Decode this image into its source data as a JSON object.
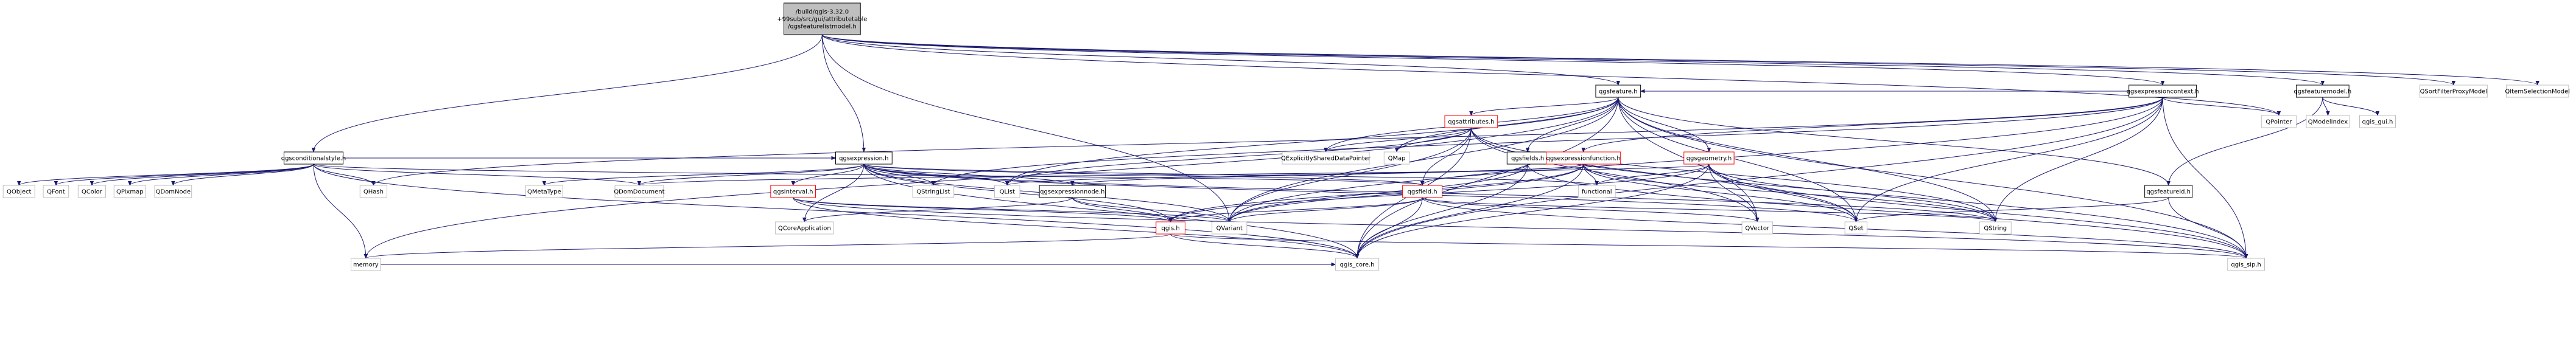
{
  "nodes": [
    {
      "id": "root",
      "lines": [
        "/build/qgis-3.32.0",
        "+99sub/src/gui/attributetable",
        "/qgsfeaturelistmodel.h"
      ],
      "style": "root"
    },
    {
      "id": "qgsconditionalstyle_h",
      "lines": [
        "qgsconditionalstyle.h"
      ],
      "style": "normal"
    },
    {
      "id": "qgsexpression_h",
      "lines": [
        "qgsexpression.h"
      ],
      "style": "normal"
    },
    {
      "id": "qgsexpressioncontext_h",
      "lines": [
        "qgsexpressioncontext.h"
      ],
      "style": "normal"
    },
    {
      "id": "qgsfeature_h",
      "lines": [
        "qgsfeature.h"
      ],
      "style": "normal"
    },
    {
      "id": "qgsfeaturemodel_h",
      "lines": [
        "qgsfeaturemodel.h"
      ],
      "style": "normal"
    },
    {
      "id": "QSortFilterProxyModel",
      "lines": [
        "QSortFilterProxyModel"
      ],
      "style": "gray"
    },
    {
      "id": "QItemSelectionModel",
      "lines": [
        "QItemSelectionModel"
      ],
      "style": "gray"
    },
    {
      "id": "QPointer",
      "lines": [
        "QPointer"
      ],
      "style": "gray"
    },
    {
      "id": "QModelIndex",
      "lines": [
        "QModelIndex"
      ],
      "style": "gray"
    },
    {
      "id": "qgis_gui_h",
      "lines": [
        "qgis_gui.h"
      ],
      "style": "gray"
    },
    {
      "id": "qgsattributes_h",
      "lines": [
        "qgsattributes.h"
      ],
      "style": "red"
    },
    {
      "id": "qgsfields_h",
      "lines": [
        "qgsfields.h"
      ],
      "style": "normal"
    },
    {
      "id": "qgsexpressionfunction_h",
      "lines": [
        "qgsexpressionfunction.h"
      ],
      "style": "red"
    },
    {
      "id": "qgsgeometry_h",
      "lines": [
        "qgsgeometry.h"
      ],
      "style": "red"
    },
    {
      "id": "qgsfeatureid_h",
      "lines": [
        "qgsfeatureid.h"
      ],
      "style": "normal"
    },
    {
      "id": "QExplicitlySharedDataPointer",
      "lines": [
        "QExplicitlySharedDataPointer"
      ],
      "style": "gray"
    },
    {
      "id": "QMap",
      "lines": [
        "QMap"
      ],
      "style": "gray"
    },
    {
      "id": "QObject",
      "lines": [
        "QObject"
      ],
      "style": "gray"
    },
    {
      "id": "QFont",
      "lines": [
        "QFont"
      ],
      "style": "gray"
    },
    {
      "id": "QColor",
      "lines": [
        "QColor"
      ],
      "style": "gray"
    },
    {
      "id": "QPixmap",
      "lines": [
        "QPixmap"
      ],
      "style": "gray"
    },
    {
      "id": "QDomNode",
      "lines": [
        "QDomNode"
      ],
      "style": "gray"
    },
    {
      "id": "QHash",
      "lines": [
        "QHash"
      ],
      "style": "gray"
    },
    {
      "id": "QMetaType",
      "lines": [
        "QMetaType"
      ],
      "style": "gray"
    },
    {
      "id": "QDomDocument",
      "lines": [
        "QDomDocument"
      ],
      "style": "gray"
    },
    {
      "id": "QStringList",
      "lines": [
        "QStringList"
      ],
      "style": "gray"
    },
    {
      "id": "QList",
      "lines": [
        "QList"
      ],
      "style": "gray"
    },
    {
      "id": "qgsinterval_h",
      "lines": [
        "qgsinterval.h"
      ],
      "style": "red"
    },
    {
      "id": "qgsexpressionnode_h",
      "lines": [
        "qgsexpressionnode.h"
      ],
      "style": "normal"
    },
    {
      "id": "qgsfield_h",
      "lines": [
        "qgsfield.h"
      ],
      "style": "red"
    },
    {
      "id": "functional",
      "lines": [
        "functional"
      ],
      "style": "gray"
    },
    {
      "id": "QCoreApplication",
      "lines": [
        "QCoreApplication"
      ],
      "style": "gray"
    },
    {
      "id": "qgis_h",
      "lines": [
        "qgis.h"
      ],
      "style": "red"
    },
    {
      "id": "QVariant",
      "lines": [
        "QVariant"
      ],
      "style": "gray"
    },
    {
      "id": "QVector",
      "lines": [
        "QVector"
      ],
      "style": "gray"
    },
    {
      "id": "QSet",
      "lines": [
        "QSet"
      ],
      "style": "gray"
    },
    {
      "id": "QString",
      "lines": [
        "QString"
      ],
      "style": "gray"
    },
    {
      "id": "memory",
      "lines": [
        "memory"
      ],
      "style": "gray"
    },
    {
      "id": "qgis_core_h",
      "lines": [
        "qgis_core.h"
      ],
      "style": "gray"
    },
    {
      "id": "qgis_sip_h",
      "lines": [
        "qgis_sip.h"
      ],
      "style": "gray"
    }
  ],
  "edges": [
    [
      "root",
      "qgsconditionalstyle_h"
    ],
    [
      "root",
      "qgsexpression_h"
    ],
    [
      "root",
      "qgsexpressioncontext_h"
    ],
    [
      "root",
      "qgsfeature_h"
    ],
    [
      "root",
      "qgsfeaturemodel_h"
    ],
    [
      "root",
      "QSortFilterProxyModel"
    ],
    [
      "root",
      "QItemSelectionModel"
    ],
    [
      "root",
      "QPointer"
    ],
    [
      "root",
      "QVariant"
    ],
    [
      "qgsconditionalstyle_h",
      "QObject"
    ],
    [
      "qgsconditionalstyle_h",
      "QFont"
    ],
    [
      "qgsconditionalstyle_h",
      "QColor"
    ],
    [
      "qgsconditionalstyle_h",
      "QPixmap"
    ],
    [
      "qgsconditionalstyle_h",
      "QDomNode"
    ],
    [
      "qgsconditionalstyle_h",
      "QDomDocument"
    ],
    [
      "qgsconditionalstyle_h",
      "QHash"
    ],
    [
      "qgsconditionalstyle_h",
      "qgis_core_h"
    ],
    [
      "qgsconditionalstyle_h",
      "memory"
    ],
    [
      "qgsconditionalstyle_h",
      "qgsexpression_h"
    ],
    [
      "qgsconditionalstyle_h",
      "qgsfield_h"
    ],
    [
      "qgsexpression_h",
      "QMetaType"
    ],
    [
      "qgsexpression_h",
      "QDomDocument"
    ],
    [
      "qgsexpression_h",
      "QStringList"
    ],
    [
      "qgsexpression_h",
      "QList"
    ],
    [
      "qgsexpression_h",
      "qgsinterval_h"
    ],
    [
      "qgsexpression_h",
      "qgsexpressionnode_h"
    ],
    [
      "qgsexpression_h",
      "qgsfield_h"
    ],
    [
      "qgsexpression_h",
      "functional"
    ],
    [
      "qgsexpression_h",
      "QCoreApplication"
    ],
    [
      "qgsexpression_h",
      "qgis_h"
    ],
    [
      "qgsexpression_h",
      "QVariant"
    ],
    [
      "qgsexpression_h",
      "QSet"
    ],
    [
      "qgsexpression_h",
      "qgis_core_h"
    ],
    [
      "qgsexpression_h",
      "QString"
    ],
    [
      "qgsexpressioncontext_h",
      "qgsfeature_h"
    ],
    [
      "qgsexpressioncontext_h",
      "QPointer"
    ],
    [
      "qgsexpressioncontext_h",
      "QHash"
    ],
    [
      "qgsexpressioncontext_h",
      "QStringList"
    ],
    [
      "qgsexpressioncontext_h",
      "qgsexpressionfunction_h"
    ],
    [
      "qgsexpressioncontext_h",
      "QSet"
    ],
    [
      "qgsexpressioncontext_h",
      "QString"
    ],
    [
      "qgsexpressioncontext_h",
      "qgis_core_h"
    ],
    [
      "qgsexpressioncontext_h",
      "qgis_sip_h"
    ],
    [
      "qgsexpressioncontext_h",
      "QVariant"
    ],
    [
      "qgsfeature_h",
      "qgsattributes_h"
    ],
    [
      "qgsfeature_h",
      "qgsfields_h"
    ],
    [
      "qgsfeature_h",
      "qgsgeometry_h"
    ],
    [
      "qgsfeature_h",
      "qgsfeatureid_h"
    ],
    [
      "qgsfeature_h",
      "QExplicitlySharedDataPointer"
    ],
    [
      "qgsfeature_h",
      "QMap"
    ],
    [
      "qgsfeature_h",
      "QList"
    ],
    [
      "qgsfeature_h",
      "QVariant"
    ],
    [
      "qgsfeature_h",
      "QVector"
    ],
    [
      "qgsfeature_h",
      "QSet"
    ],
    [
      "qgsfeature_h",
      "QString"
    ],
    [
      "qgsfeature_h",
      "memory"
    ],
    [
      "qgsfeature_h",
      "qgis_core_h"
    ],
    [
      "qgsfeature_h",
      "qgis_sip_h"
    ],
    [
      "qgsfeaturemodel_h",
      "QModelIndex"
    ],
    [
      "qgsfeaturemodel_h",
      "qgis_gui_h"
    ],
    [
      "qgsfeaturemodel_h",
      "qgsfeatureid_h"
    ],
    [
      "qgsattributes_h",
      "QMap"
    ],
    [
      "qgsattributes_h",
      "QExplicitlySharedDataPointer"
    ],
    [
      "qgsattributes_h",
      "QVariant"
    ],
    [
      "qgsattributes_h",
      "QList"
    ],
    [
      "qgsattributes_h",
      "QVector"
    ],
    [
      "qgsattributes_h",
      "QSet"
    ],
    [
      "qgsattributes_h",
      "QString"
    ],
    [
      "qgsattributes_h",
      "qgis_core_h"
    ],
    [
      "qgsattributes_h",
      "qgis_sip_h"
    ],
    [
      "qgsattributes_h",
      "qgsfield_h"
    ],
    [
      "qgsfields_h",
      "qgsfield_h"
    ],
    [
      "qgsfields_h",
      "QVariant"
    ],
    [
      "qgsfields_h",
      "qgis_core_h"
    ],
    [
      "qgsfields_h",
      "qgis_sip_h"
    ],
    [
      "qgsexpressionfunction_h",
      "functional"
    ],
    [
      "qgsexpressionfunction_h",
      "QString"
    ],
    [
      "qgsexpressionfunction_h",
      "QVariant"
    ],
    [
      "qgsexpressionfunction_h",
      "QSet"
    ],
    [
      "qgsexpressionfunction_h",
      "QList"
    ],
    [
      "qgsexpressionfunction_h",
      "qgis_h"
    ],
    [
      "qgsexpressionfunction_h",
      "qgis_core_h"
    ],
    [
      "qgsexpressionfunction_h",
      "qgsexpressionnode_h"
    ],
    [
      "qgsgeometry_h",
      "functional"
    ],
    [
      "qgsgeometry_h",
      "QDomDocument"
    ],
    [
      "qgsgeometry_h",
      "QSet"
    ],
    [
      "qgsgeometry_h",
      "QString"
    ],
    [
      "qgsgeometry_h",
      "QVector"
    ],
    [
      "qgsgeometry_h",
      "qgis_core_h"
    ],
    [
      "qgsgeometry_h",
      "qgis_sip_h"
    ],
    [
      "qgsgeometry_h",
      "qgis_h"
    ],
    [
      "qgsfeatureid_h",
      "QSet"
    ],
    [
      "qgsfeatureid_h",
      "qgis_sip_h"
    ],
    [
      "qgsinterval_h",
      "QVariant"
    ],
    [
      "qgsinterval_h",
      "qgis_core_h"
    ],
    [
      "qgsinterval_h",
      "qgis_sip_h"
    ],
    [
      "qgsinterval_h",
      "qgis_h"
    ],
    [
      "qgsexpressionnode_h",
      "QCoreApplication"
    ],
    [
      "qgsexpressionnode_h",
      "qgis_h"
    ],
    [
      "qgsexpressionnode_h",
      "QVariant"
    ],
    [
      "qgsfield_h",
      "QString"
    ],
    [
      "qgsfield_h",
      "QVariant"
    ],
    [
      "qgsfield_h",
      "QVector"
    ],
    [
      "qgsfield_h",
      "qgis_core_h"
    ],
    [
      "qgsfield_h",
      "qgis_sip_h"
    ],
    [
      "qgsfield_h",
      "qgis_h"
    ],
    [
      "qgis_h",
      "memory"
    ],
    [
      "qgis_h",
      "qgis_core_h"
    ],
    [
      "qgis_h",
      "qgis_sip_h"
    ],
    [
      "memory",
      "qgis_core_h"
    ]
  ]
}
